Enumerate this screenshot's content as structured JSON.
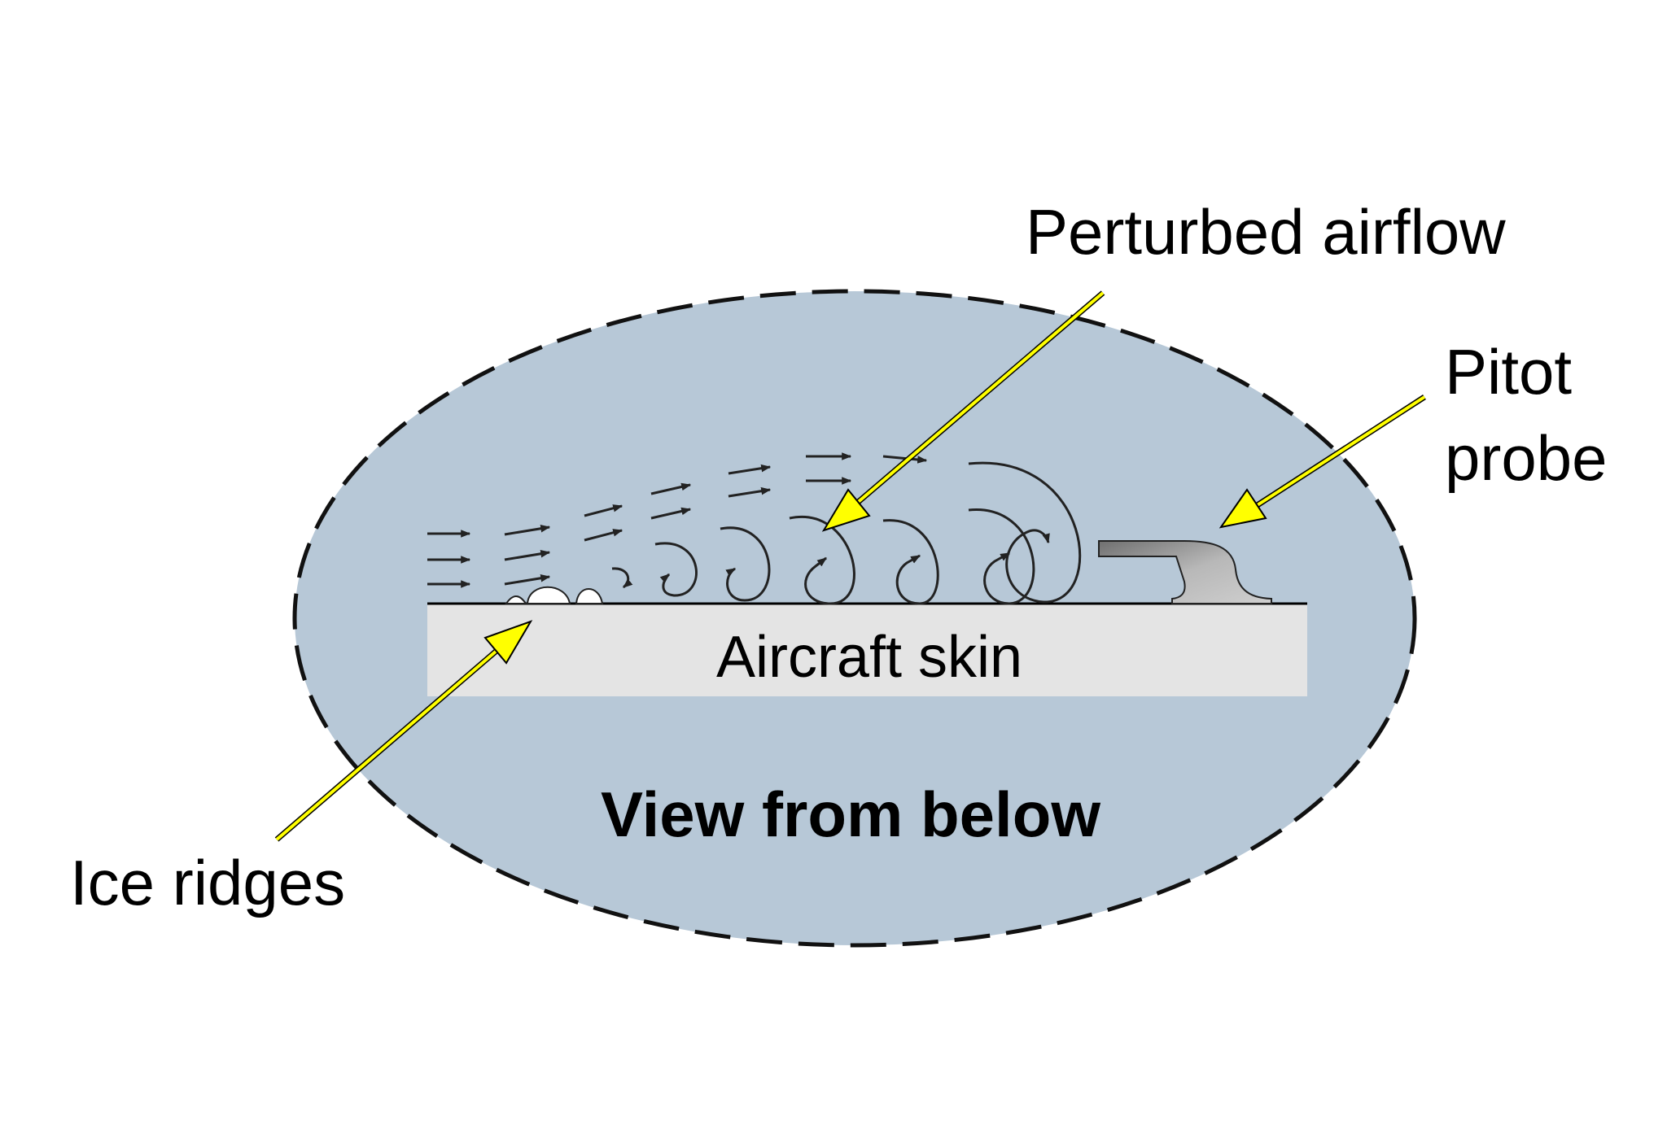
{
  "labels": {
    "perturbed_airflow": "Perturbed airflow",
    "pitot_line1": "Pitot",
    "pitot_line2": "probe",
    "aircraft_skin": "Aircraft skin",
    "view": "View from below",
    "ice_ridges": "Ice ridges"
  },
  "colors": {
    "background": "#ffffff",
    "view_fill": "#b7c8d7",
    "skin_fill": "#e4e4e4",
    "pointer": "#ffff00",
    "stroke": "#000000",
    "flow": "#222222",
    "probe": "#8e8e8e"
  }
}
